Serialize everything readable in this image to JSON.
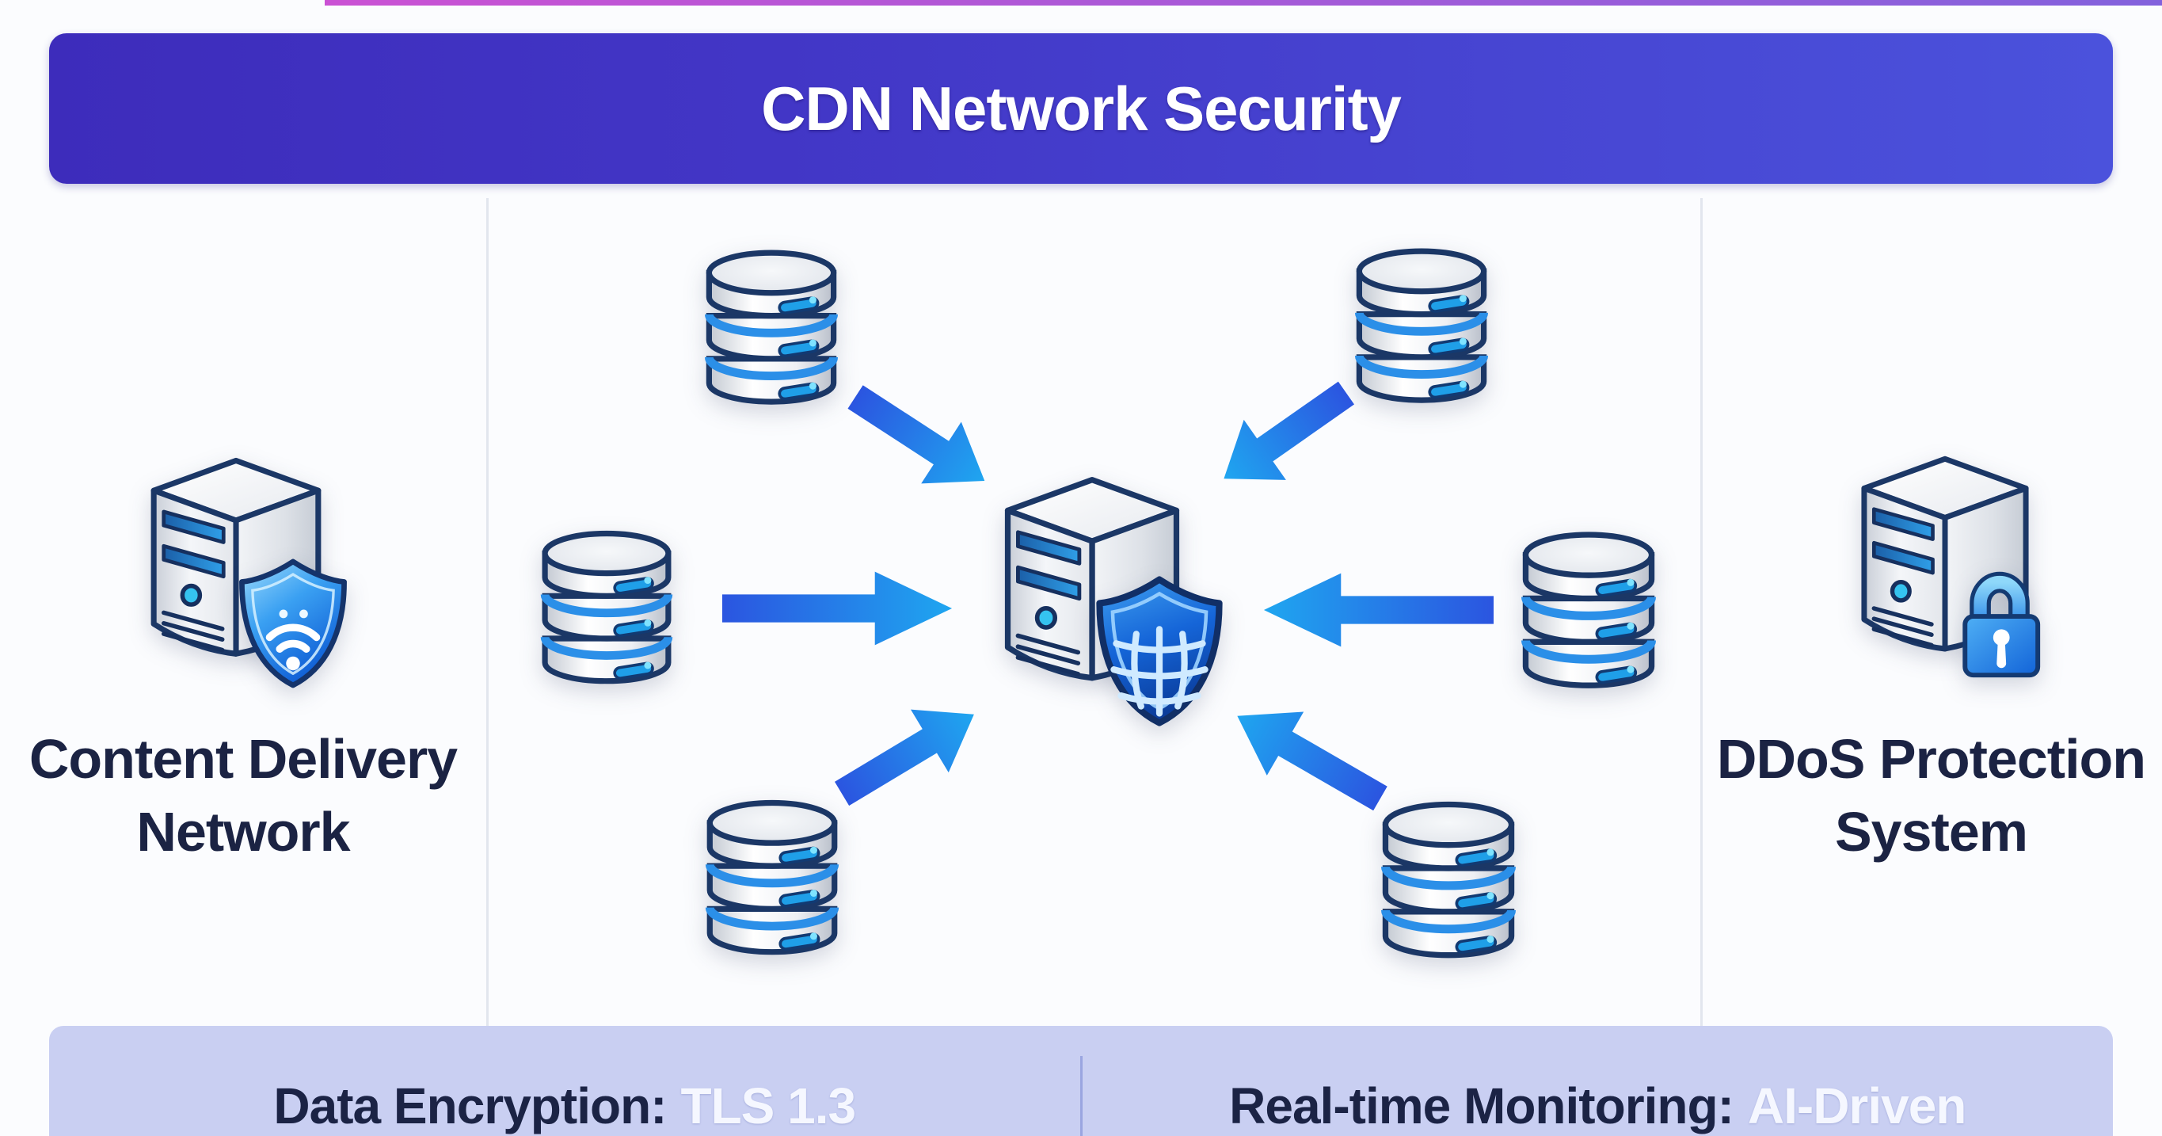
{
  "header": {
    "title": "CDN Network Security"
  },
  "nodes": {
    "left": {
      "label": "Content Delivery Network",
      "lines": [
        "Content Delivery",
        "Network"
      ],
      "icon": "server-with-wifi-shield"
    },
    "center": {
      "icon": "origin-server-with-firewall-shield",
      "database_count": 6
    },
    "right": {
      "label": "DDoS Protection System",
      "lines": [
        "DDoS Protection",
        "System"
      ],
      "icon": "server-with-padlock"
    }
  },
  "footer": {
    "items": [
      {
        "label": "Data Encryption:",
        "value": "TLS 1.3"
      },
      {
        "label": "Real-time Monitoring:",
        "value": "AI-Driven"
      }
    ]
  },
  "colors": {
    "header_gradient_left": "#3d2cbb",
    "header_gradient_right": "#4b52dc",
    "arrow_blue_dark": "#2b55e0",
    "arrow_blue_light": "#1fa6f0",
    "navy_outline": "#1b3766",
    "navy_text": "#1b2345",
    "footer_bg": "#c9cff2",
    "shield_blue": "#1565d8"
  }
}
